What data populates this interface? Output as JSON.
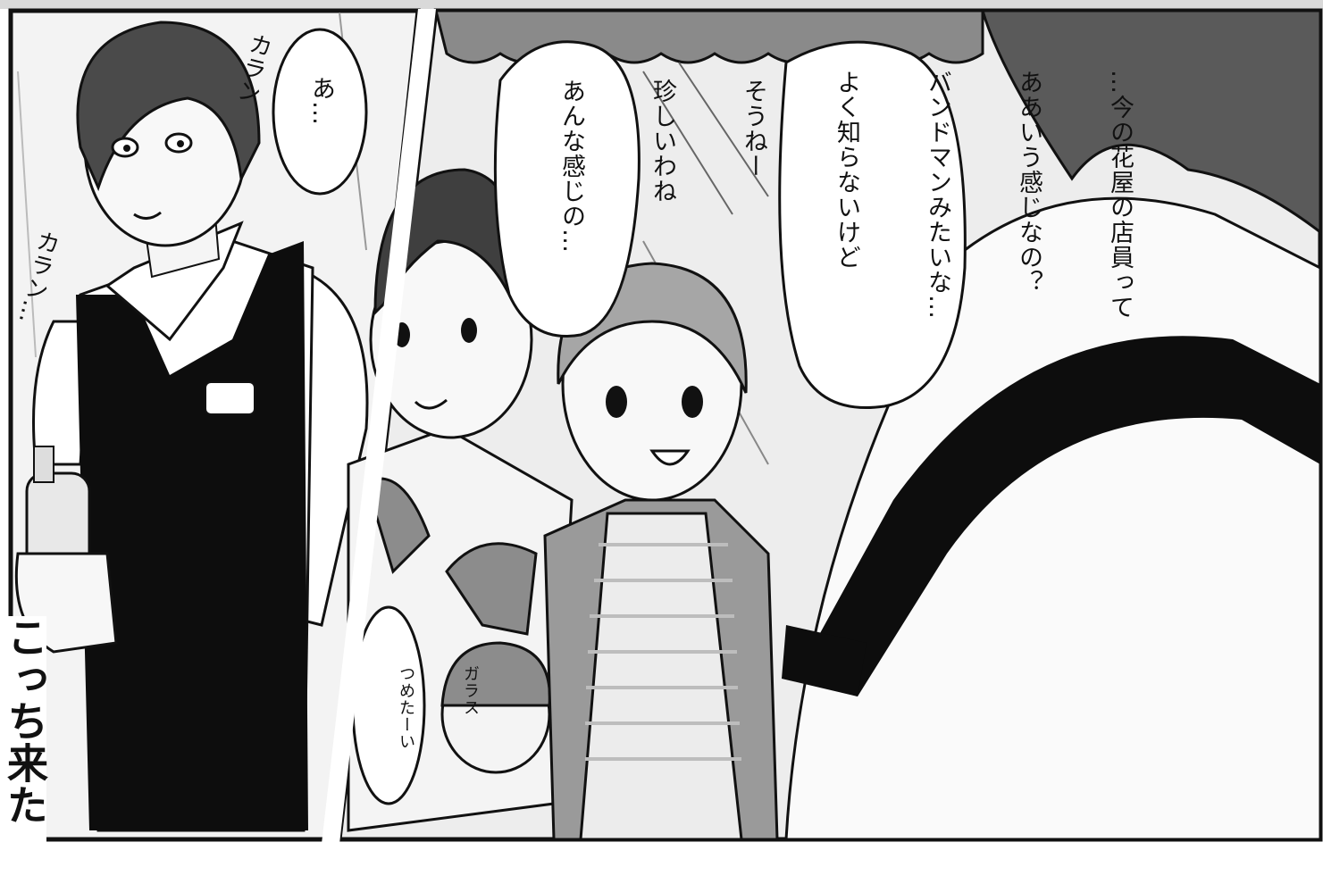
{
  "panels": [
    {
      "id": "left-panel",
      "sfx": [
        "カラン",
        "カラン…"
      ],
      "dialogue": "あ…"
    },
    {
      "id": "right-panel",
      "dialogue_mother": [
        "そうねー",
        "珍しいわね",
        "あんな感じの…"
      ],
      "dialogue_boy": [
        "…今の花屋の店員って",
        "ああいう感じなの？",
        "バンドマンみたいな…",
        "よく知らないけど"
      ],
      "dialogue_child": [
        "ガラス",
        "つめたーい"
      ]
    }
  ],
  "side_text": "こっち来た"
}
